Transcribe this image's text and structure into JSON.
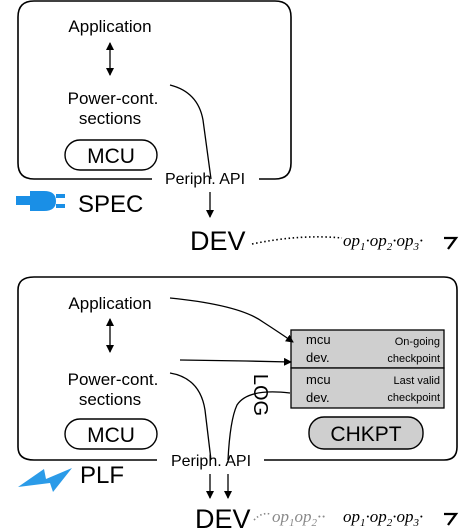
{
  "spec_panel": {
    "application": "Application",
    "power_line1": "Power-cont.",
    "power_line2": "sections",
    "mcu": "MCU",
    "periph_api": "Periph. API",
    "mode_label": "SPEC",
    "device": "DEV",
    "trace": [
      {
        "op": "op",
        "sub": "1"
      },
      {
        "op": "op",
        "sub": "2"
      },
      {
        "op": "op",
        "sub": "3"
      }
    ]
  },
  "plf_panel": {
    "application": "Application",
    "power_line1": "Power-cont.",
    "power_line2": "sections",
    "mcu": "MCU",
    "chkpt": "CHKPT",
    "periph_api": "Periph. API",
    "mode_label": "PLF",
    "log": "LOG",
    "device": "DEV",
    "checkpoint_ongoing": {
      "row1": "mcu",
      "row2": "dev.",
      "desc1": "On-going",
      "desc2": "checkpoint"
    },
    "checkpoint_last": {
      "row1": "mcu",
      "row2": "dev.",
      "desc1": "Last valid",
      "desc2": "checkpoint"
    },
    "trace_replayed": [
      {
        "op": "op",
        "sub": "1"
      },
      {
        "op": "op",
        "sub": "2"
      }
    ],
    "trace": [
      {
        "op": "op",
        "sub": "1"
      },
      {
        "op": "op",
        "sub": "2"
      },
      {
        "op": "op",
        "sub": "3"
      }
    ]
  },
  "colors": {
    "power_plug": "#1a8fe6",
    "lightning": "#2b9be8",
    "checkpoint_fill": "#cfcfcf",
    "replay_text": "#8a8a8a"
  },
  "icons": {
    "plug": "power-plug-icon",
    "bolt": "lightning-bolt-icon"
  }
}
